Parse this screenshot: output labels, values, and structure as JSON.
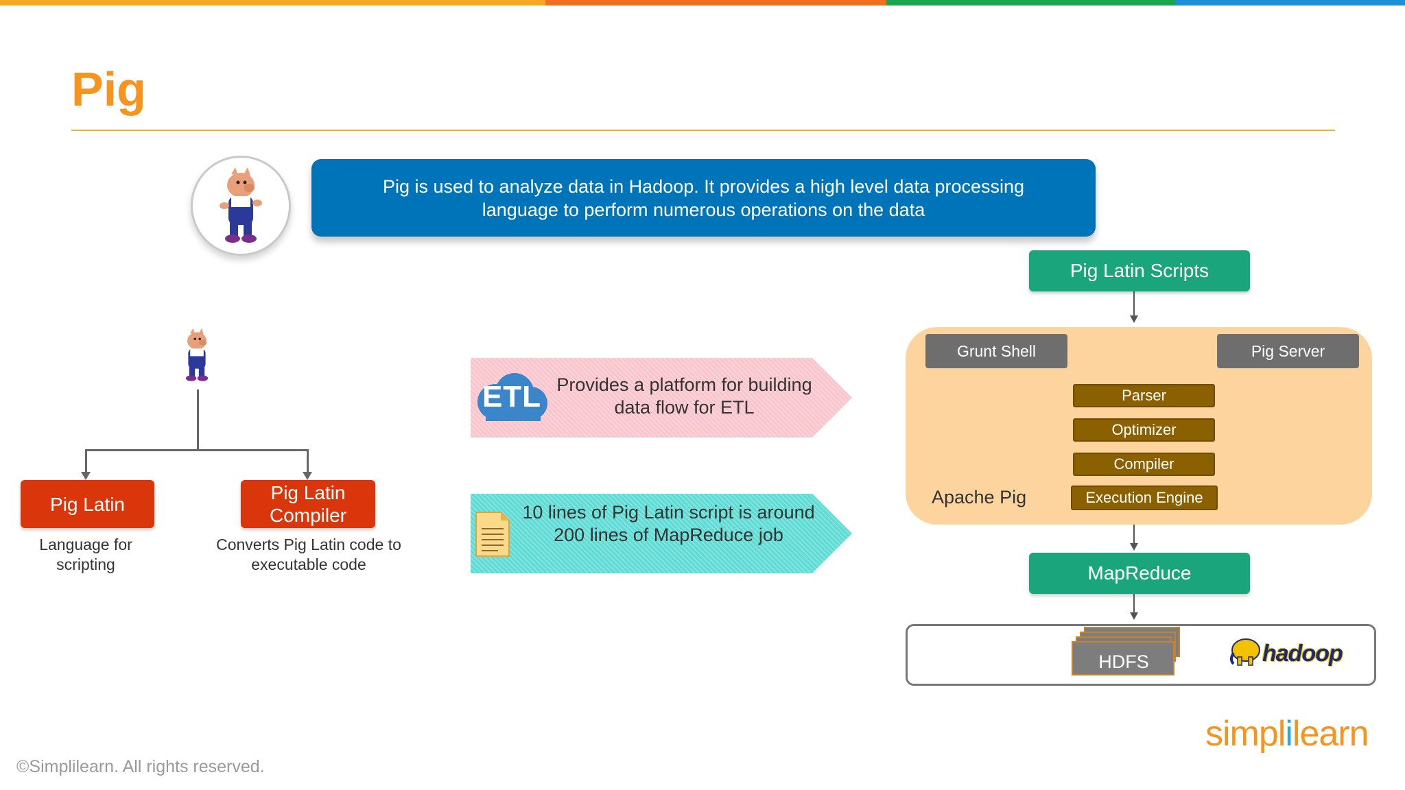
{
  "colors": {
    "top_bar": [
      "#f7a823",
      "#f26f21",
      "#1aa54f",
      "#1f8fd6"
    ],
    "title": "#f7941d",
    "intro_box": "#0074b8",
    "red_box": "#d9360b",
    "green_box": "#1aa57c",
    "apache_container": "#fdd49e",
    "brown_box": "#8b6000",
    "gray_box": "#6e6e6e",
    "pink_banner": "#f9c5cc",
    "teal_banner": "#5ddbd4"
  },
  "slide": {
    "title": "Pig",
    "intro": {
      "line1": "Pig is used to analyze data in Hadoop. It provides a high level data processing",
      "line2": "language to perform numerous operations on the data"
    }
  },
  "tree": {
    "left": {
      "box_label": "Pig Latin",
      "caption_line1": "Language for",
      "caption_line2": "scripting"
    },
    "right": {
      "box_line1": "Pig Latin",
      "box_line2": "Compiler",
      "caption_line1": "Converts Pig Latin code to",
      "caption_line2": "executable code"
    }
  },
  "banners": {
    "etl": {
      "icon_label": "ETL",
      "line1": "Provides a platform for building",
      "line2": "data flow for ETL"
    },
    "lines": {
      "line1": "10 lines of Pig Latin script is around",
      "line2": "200 lines of MapReduce job"
    }
  },
  "architecture": {
    "scripts": "Pig Latin Scripts",
    "grunt_shell": "Grunt Shell",
    "pig_server": "Pig Server",
    "parser": "Parser",
    "optimizer": "Optimizer",
    "compiler": "Compiler",
    "execution_engine": "Execution Engine",
    "apache_pig": "Apache Pig",
    "mapreduce": "MapReduce",
    "hdfs": "HDFS",
    "hadoop_logo": "hadoop"
  },
  "footer": {
    "copyright": "©Simplilearn. All rights reserved.",
    "brand_part1": "simpl",
    "brand_part2": "i",
    "brand_part3": "learn"
  }
}
